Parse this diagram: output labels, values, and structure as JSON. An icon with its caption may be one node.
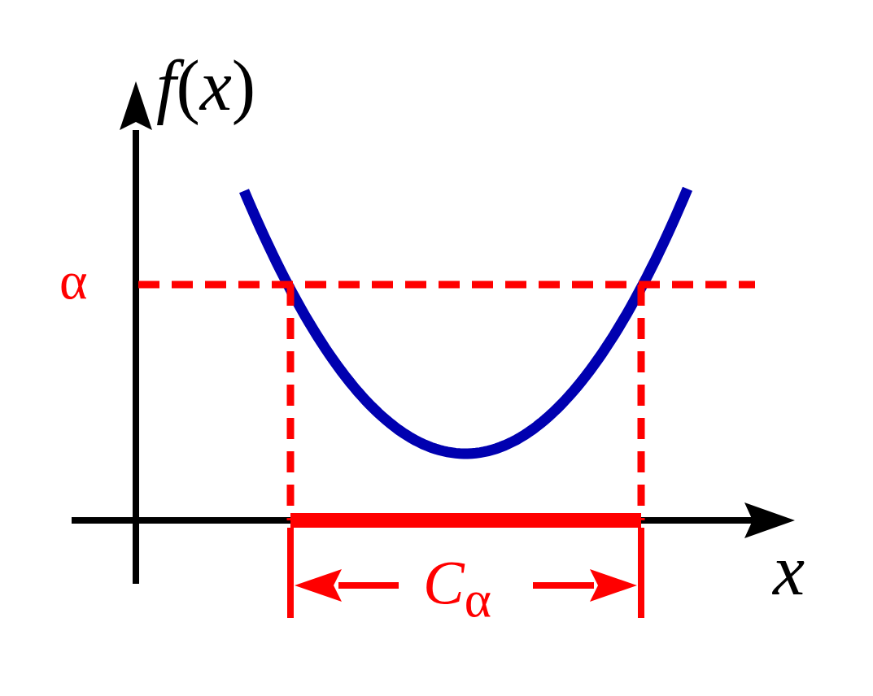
{
  "diagram": {
    "labels": [
      "*f*(*x*)",
      "α",
      "*x*",
      "*C*$_{α}$"
    ]
  }
}
